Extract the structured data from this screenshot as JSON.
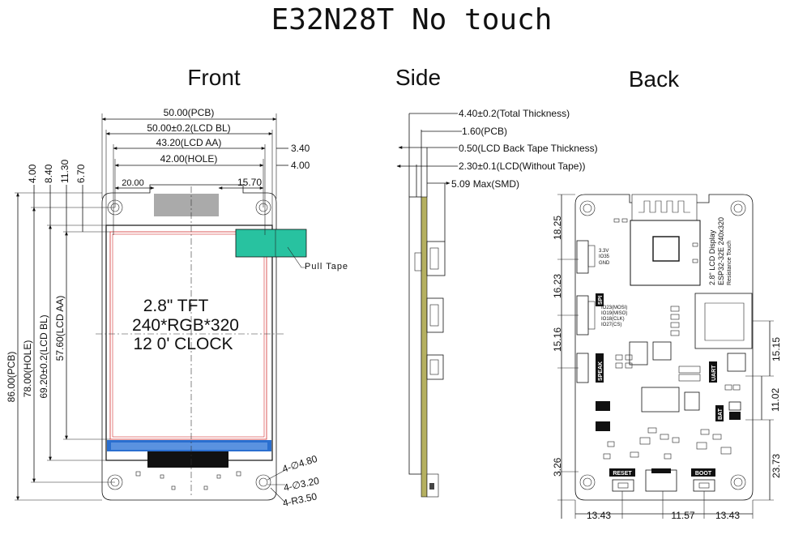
{
  "title": "E32N28T No touch",
  "views": {
    "front": "Front",
    "side": "Side",
    "back": "Back"
  },
  "front": {
    "top_dims": [
      "50.00(PCB)",
      "50.00±0.2(LCD BL)",
      "43.20(LCD AA)",
      "3.40",
      "42.00(HOLE)",
      "4.00",
      "20.00",
      "15.70"
    ],
    "left_dims": [
      "4.00",
      "8.40",
      "11.30",
      "6.70",
      "86.00(PCB)",
      "78.00(HOLE)",
      "69.20±0.2(LCD BL)",
      "57.60(LCD AA)"
    ],
    "hole_dims": [
      "4-∅4.80",
      "4-∅3.20",
      "4-R3.50"
    ],
    "pull_tape": "Pull Tape",
    "screen_lines": [
      "2.8\" TFT",
      "240*RGB*320",
      "12 0' CLOCK"
    ]
  },
  "side": {
    "dims": [
      "4.40±0.2(Total Thickness)",
      "1.60(PCB)",
      "0.50(LCD Back Tape Thickness)",
      "2.30±0.1(LCD(Without Tape))",
      "5.09 Max(SMD)"
    ]
  },
  "back": {
    "left_dims": [
      "18.25",
      "16.23",
      "15.16",
      "3.26"
    ],
    "right_dims": [
      "15.15",
      "11.02",
      "23.73"
    ],
    "bottom_dims": [
      "13.43",
      "11.57",
      "13.43"
    ],
    "board_text": [
      "2.8\" LCD Display",
      "ESP32-32E 240x320",
      "Resistance Touch"
    ],
    "labels": [
      "RESET",
      "BOOT",
      "SPEAK",
      "UART",
      "BAT",
      "SPI"
    ],
    "pin_labels": [
      "3.3V",
      "IO35",
      "GND",
      "IO23(MOSI)",
      "IO19(MISO)",
      "IO18(CLK)",
      "IO27(CS)"
    ]
  }
}
